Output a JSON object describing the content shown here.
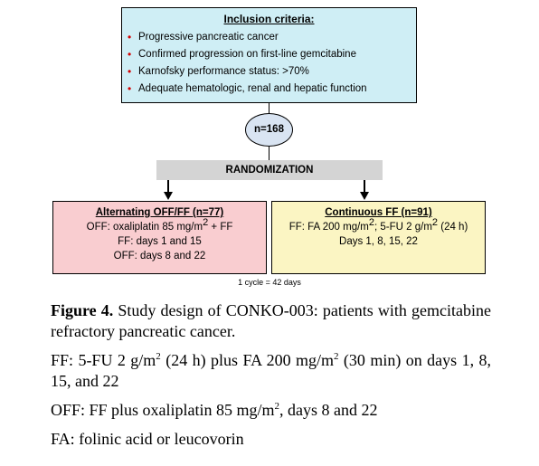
{
  "criteria": {
    "title": "Inclusion criteria:",
    "items": [
      "Progressive pancreatic cancer",
      "Confirmed progression on first-line gemcitabine",
      "Karnofsky performance status: >70%",
      "Adequate hematologic, renal and hepatic function"
    ],
    "bullet": "•"
  },
  "n_label": "n=168",
  "randomization_label": "RANDOMIZATION",
  "arm_left": {
    "title": "Alternating OFF/FF (n=77)",
    "line1_a": "OFF: oxaliplatin 85 mg/m",
    "line1_sup": "2",
    "line1_b": " + FF",
    "line2": "FF: days 1 and 15",
    "line3": "OFF: days 8 and 22"
  },
  "arm_right": {
    "title": "Continuous FF (n=91)",
    "line1_a": "FF: FA 200 mg/m",
    "line1_sup1": "2",
    "line1_b": "; 5-FU 2 g/m",
    "line1_sup2": "2",
    "line1_c": " (24 h)",
    "line2": "Days 1, 8, 15, 22"
  },
  "cycle_note": "1 cycle = 42 days",
  "caption": {
    "fig_label": "Figure 4.",
    "fig_text": " Study design of CONKO-003: patients with gemcitabine refractory pancreatic cancer.",
    "ff_a": "FF: 5-FU 2 g/m",
    "ff_sup1": "2",
    "ff_b": " (24 h) plus FA 200 mg/m",
    "ff_sup2": "2",
    "ff_c": " (30 min) on days 1, 8, 15, and 22",
    "off_a": "OFF: FF plus oxaliplatin 85 mg/m",
    "off_sup": "2",
    "off_b": ", days 8 and 22",
    "fa": "FA: folinic acid or leucovorin"
  },
  "colors": {
    "criteria_bg": "#cfeef5",
    "bullet": "#d40000",
    "oval_bg": "#d9e4f2",
    "rand_bg": "#d4d4d4",
    "left_arm_bg": "#f9cdd0",
    "right_arm_bg": "#fbf5c3"
  }
}
